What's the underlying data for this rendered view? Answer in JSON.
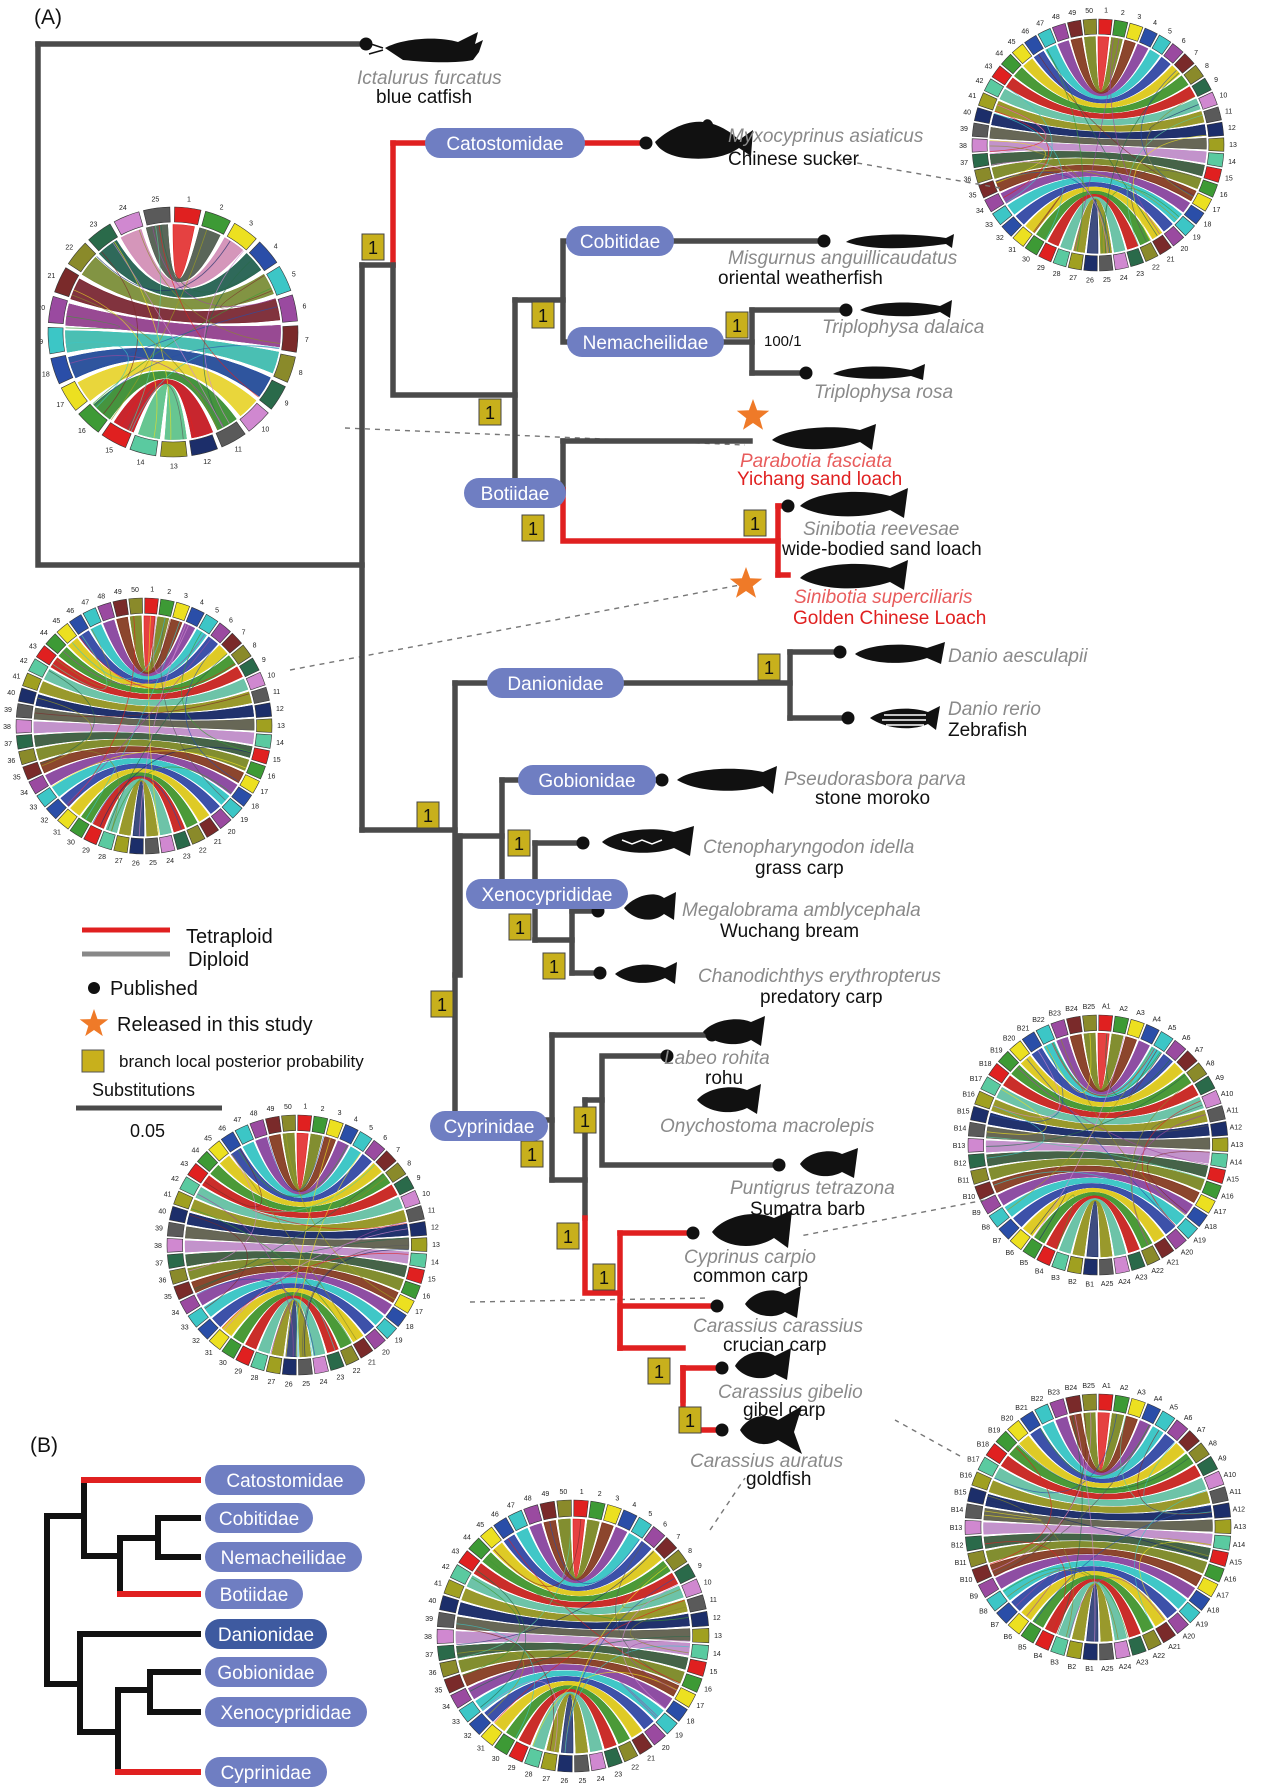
{
  "panels": {
    "a": "(A)",
    "b": "(B)"
  },
  "colors": {
    "tetraploid": "#e02020",
    "diploid": "#4a4a4a",
    "family_badge": "#6f7ec2",
    "family_badge_dark": "#3e5aa0",
    "posterior_box": "#c8b01c",
    "star": "#ef7a28",
    "sci_name": "#8a8a8a",
    "new_species": "#e02020"
  },
  "families": [
    {
      "id": "catostomidae",
      "label": "Catostomidae"
    },
    {
      "id": "cobitidae",
      "label": "Cobitidae"
    },
    {
      "id": "nemacheilidae",
      "label": "Nemacheilidae"
    },
    {
      "id": "botiidae",
      "label": "Botiidae"
    },
    {
      "id": "danionidae",
      "label": "Danionidae"
    },
    {
      "id": "gobionidae",
      "label": "Gobionidae"
    },
    {
      "id": "xenocyprididae",
      "label": "Xenocyprididae"
    },
    {
      "id": "cyprinidae",
      "label": "Cyprinidae"
    }
  ],
  "taxa": [
    {
      "id": "ictalurus",
      "sci": "Ictalurus furcatus",
      "common": "blue catfish",
      "icon": "catfish-silhouette",
      "published": true
    },
    {
      "id": "myxocyprinus",
      "sci": "Myxocyprinus asiaticus",
      "common": "Chinese sucker",
      "icon": "sucker-silhouette",
      "published": true
    },
    {
      "id": "misgurnus",
      "sci": "Misgurnus anguillicaudatus",
      "common": "oriental weatherfish",
      "icon": "eel-loach-silhouette",
      "published": true
    },
    {
      "id": "triplophysa_d",
      "sci": "Triplophysa dalaica",
      "common": "",
      "icon": "loach-silhouette",
      "published": true
    },
    {
      "id": "triplophysa_r",
      "sci": "Triplophysa rosa",
      "common": "",
      "icon": "loach-silhouette",
      "published": true
    },
    {
      "id": "parabotia",
      "sci": "Parabotia fasciata",
      "common": "Yichang sand loach",
      "icon": "sand-loach-silhouette",
      "published": false,
      "new": true
    },
    {
      "id": "sinibotia_r",
      "sci": "Sinibotia reevesae",
      "common": "wide-bodied sand loach",
      "icon": "sand-loach-silhouette",
      "published": true
    },
    {
      "id": "sinibotia_s",
      "sci": "Sinibotia superciliaris",
      "common": "Golden Chinese Loach",
      "icon": "sand-loach-silhouette",
      "published": false,
      "new": true
    },
    {
      "id": "danio_a",
      "sci": "Danio aesculapii",
      "common": "",
      "icon": "danio-silhouette",
      "published": true
    },
    {
      "id": "danio_r",
      "sci": "Danio rerio",
      "common": "Zebrafish",
      "icon": "zebrafish-icon",
      "published": true
    },
    {
      "id": "pseudorasbora",
      "sci": "Pseudorasbora parva",
      "common": "stone moroko",
      "icon": "moroko-silhouette",
      "published": true
    },
    {
      "id": "ctenopharyngodon",
      "sci": "Ctenopharyngodon idella",
      "common": "grass carp",
      "icon": "grass-carp-icon",
      "published": true
    },
    {
      "id": "megalobrama",
      "sci": "Megalobrama amblycephala",
      "common": "Wuchang bream",
      "icon": "bream-silhouette",
      "published": true
    },
    {
      "id": "chanodichthys",
      "sci": "Chanodichthys erythropterus",
      "common": "predatory carp",
      "icon": "carp-silhouette",
      "published": true
    },
    {
      "id": "labeo",
      "sci": "Labeo rohita",
      "common": "rohu",
      "icon": "rohu-silhouette",
      "published": true
    },
    {
      "id": "onychostoma",
      "sci": "Onychostoma macrolepis",
      "common": "",
      "icon": "carp-silhouette",
      "published": true
    },
    {
      "id": "puntigrus",
      "sci": "Puntigrus tetrazona",
      "common": "Sumatra barb",
      "icon": "barb-silhouette",
      "published": true
    },
    {
      "id": "cyprinus",
      "sci": "Cyprinus carpio",
      "common": "common carp",
      "icon": "common-carp-silhouette",
      "published": true
    },
    {
      "id": "carassius_c",
      "sci": "Carassius carassius",
      "common": "crucian carp",
      "icon": "crucian-silhouette",
      "published": true
    },
    {
      "id": "carassius_g",
      "sci": "Carassius gibelio",
      "common": "gibel carp",
      "icon": "gibel-silhouette",
      "published": true
    },
    {
      "id": "carassius_a",
      "sci": "Carassius auratus",
      "common": "goldfish",
      "icon": "goldfish-silhouette",
      "published": true
    }
  ],
  "support": {
    "posterior": "1",
    "nemacheilidae_bootstrap": "100/1"
  },
  "legend": {
    "tetraploid": "Tetraploid",
    "diploid": "Diploid",
    "published": "Published",
    "released": "Released in this study",
    "posterior": "branch local posterior probability",
    "scale_label": "Substitutions",
    "scale_value": "0.05"
  },
  "circos": {
    "palette": [
      "#e02020",
      "#3d9a35",
      "#ece020",
      "#2a4ea8",
      "#3cc6c6",
      "#9a4aa0",
      "#7a2a2a",
      "#8a8a2a",
      "#2a6a4a",
      "#d088d0",
      "#5a5a5a",
      "#1c2e6a",
      "#a0a020",
      "#5acaa0"
    ],
    "tl_labels": [
      "1",
      "2",
      "3",
      "4",
      "5",
      "6",
      "7",
      "8",
      "9",
      "10",
      "11",
      "12",
      "13",
      "14",
      "15",
      "16",
      "17",
      "18",
      "19",
      "20",
      "21",
      "22",
      "23",
      "24",
      "25"
    ],
    "tr_labels": [
      "1",
      "2",
      "3",
      "4",
      "5",
      "6",
      "7",
      "8",
      "9",
      "10",
      "11",
      "12",
      "13",
      "14",
      "15",
      "16",
      "17",
      "18",
      "19",
      "20",
      "21",
      "22",
      "23",
      "24",
      "25",
      "26",
      "27",
      "28",
      "29",
      "30",
      "31",
      "32",
      "33",
      "34",
      "35",
      "36",
      "37",
      "38",
      "39",
      "40",
      "41",
      "42",
      "43",
      "44",
      "45",
      "46",
      "47",
      "48",
      "49",
      "50"
    ],
    "ml_labels": [
      "1",
      "2",
      "3",
      "4",
      "5",
      "6",
      "7",
      "8",
      "9",
      "10",
      "11",
      "12",
      "13",
      "14",
      "15",
      "16",
      "17",
      "18",
      "19",
      "20",
      "21",
      "22",
      "23",
      "24",
      "25",
      "26",
      "27",
      "28",
      "29",
      "30",
      "31",
      "32",
      "33",
      "34",
      "35",
      "36",
      "37",
      "38",
      "39",
      "40",
      "41",
      "42",
      "43",
      "44",
      "45",
      "46",
      "47",
      "48",
      "49",
      "50"
    ],
    "bl_labels": [
      "1",
      "2",
      "3",
      "4",
      "5",
      "6",
      "7",
      "8",
      "9",
      "10",
      "11",
      "12",
      "13",
      "14",
      "15",
      "16",
      "17",
      "18",
      "19",
      "20",
      "21",
      "22",
      "23",
      "24",
      "25",
      "26",
      "27",
      "28",
      "29",
      "30",
      "31",
      "32",
      "33",
      "34",
      "35",
      "36",
      "37",
      "38",
      "39",
      "40",
      "41",
      "42",
      "43",
      "44",
      "45",
      "46",
      "47",
      "48",
      "49",
      "50"
    ],
    "mr_labels": [
      "A1",
      "A2",
      "A3",
      "A4",
      "A5",
      "A6",
      "A7",
      "A8",
      "A9",
      "A10",
      "A11",
      "A12",
      "A13",
      "A14",
      "A15",
      "A16",
      "A17",
      "A18",
      "A19",
      "A20",
      "A21",
      "A22",
      "A23",
      "A24",
      "A25",
      "B1",
      "B2",
      "B3",
      "B4",
      "B5",
      "B6",
      "B7",
      "B8",
      "B9",
      "B10",
      "B11",
      "B12",
      "B13",
      "B14",
      "B15",
      "B16",
      "B17",
      "B18",
      "B19",
      "B20",
      "B21",
      "B22",
      "B23",
      "B24",
      "B25"
    ],
    "bc_labels": [
      "1",
      "2",
      "3",
      "4",
      "5",
      "6",
      "7",
      "8",
      "9",
      "10",
      "11",
      "12",
      "13",
      "14",
      "15",
      "16",
      "17",
      "18",
      "19",
      "20",
      "21",
      "22",
      "23",
      "24",
      "25",
      "26",
      "27",
      "28",
      "29",
      "30",
      "31",
      "32",
      "33",
      "34",
      "35",
      "36",
      "37",
      "38",
      "39",
      "40",
      "41",
      "42",
      "43",
      "44",
      "45",
      "46",
      "47",
      "48",
      "49",
      "50"
    ],
    "br_labels": [
      "A1",
      "A2",
      "A3",
      "A4",
      "A5",
      "A6",
      "A7",
      "A8",
      "A9",
      "A10",
      "A11",
      "A12",
      "A13",
      "A14",
      "A15",
      "A16",
      "A17",
      "A18",
      "A19",
      "A20",
      "A21",
      "A22",
      "A23",
      "A24",
      "A25",
      "B1",
      "B2",
      "B3",
      "B4",
      "B5",
      "B6",
      "B7",
      "B8",
      "B9",
      "B10",
      "B11",
      "B12",
      "B13",
      "B14",
      "B15",
      "B16",
      "B17",
      "B18",
      "B19",
      "B20",
      "B21",
      "B22",
      "B23",
      "B24",
      "B25"
    ]
  }
}
